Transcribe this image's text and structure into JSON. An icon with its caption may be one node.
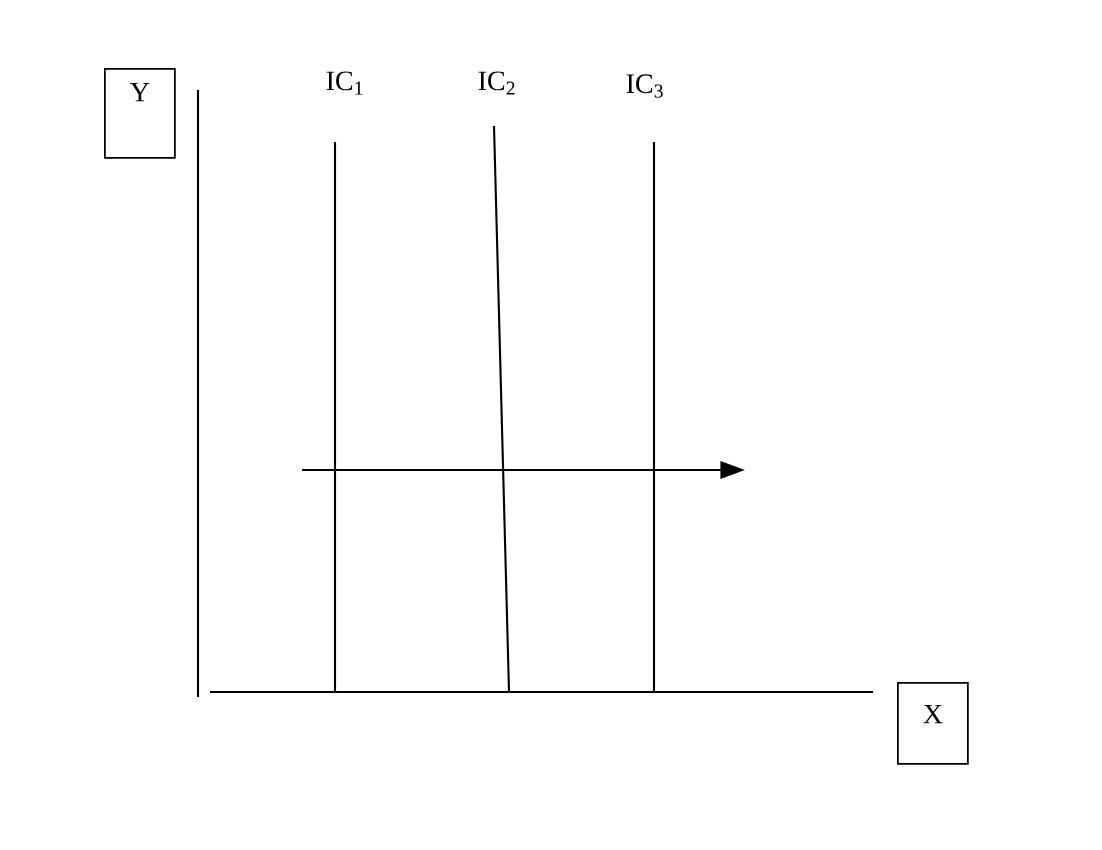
{
  "diagram": {
    "nodes": [
      {
        "text": [
          "Y"
        ]
      },
      {
        "text": [
          "X"
        ]
      }
    ],
    "labels": [
      "IC$_{1}$",
      "IC$_{2}$",
      "IC$_{3}$"
    ]
  }
}
